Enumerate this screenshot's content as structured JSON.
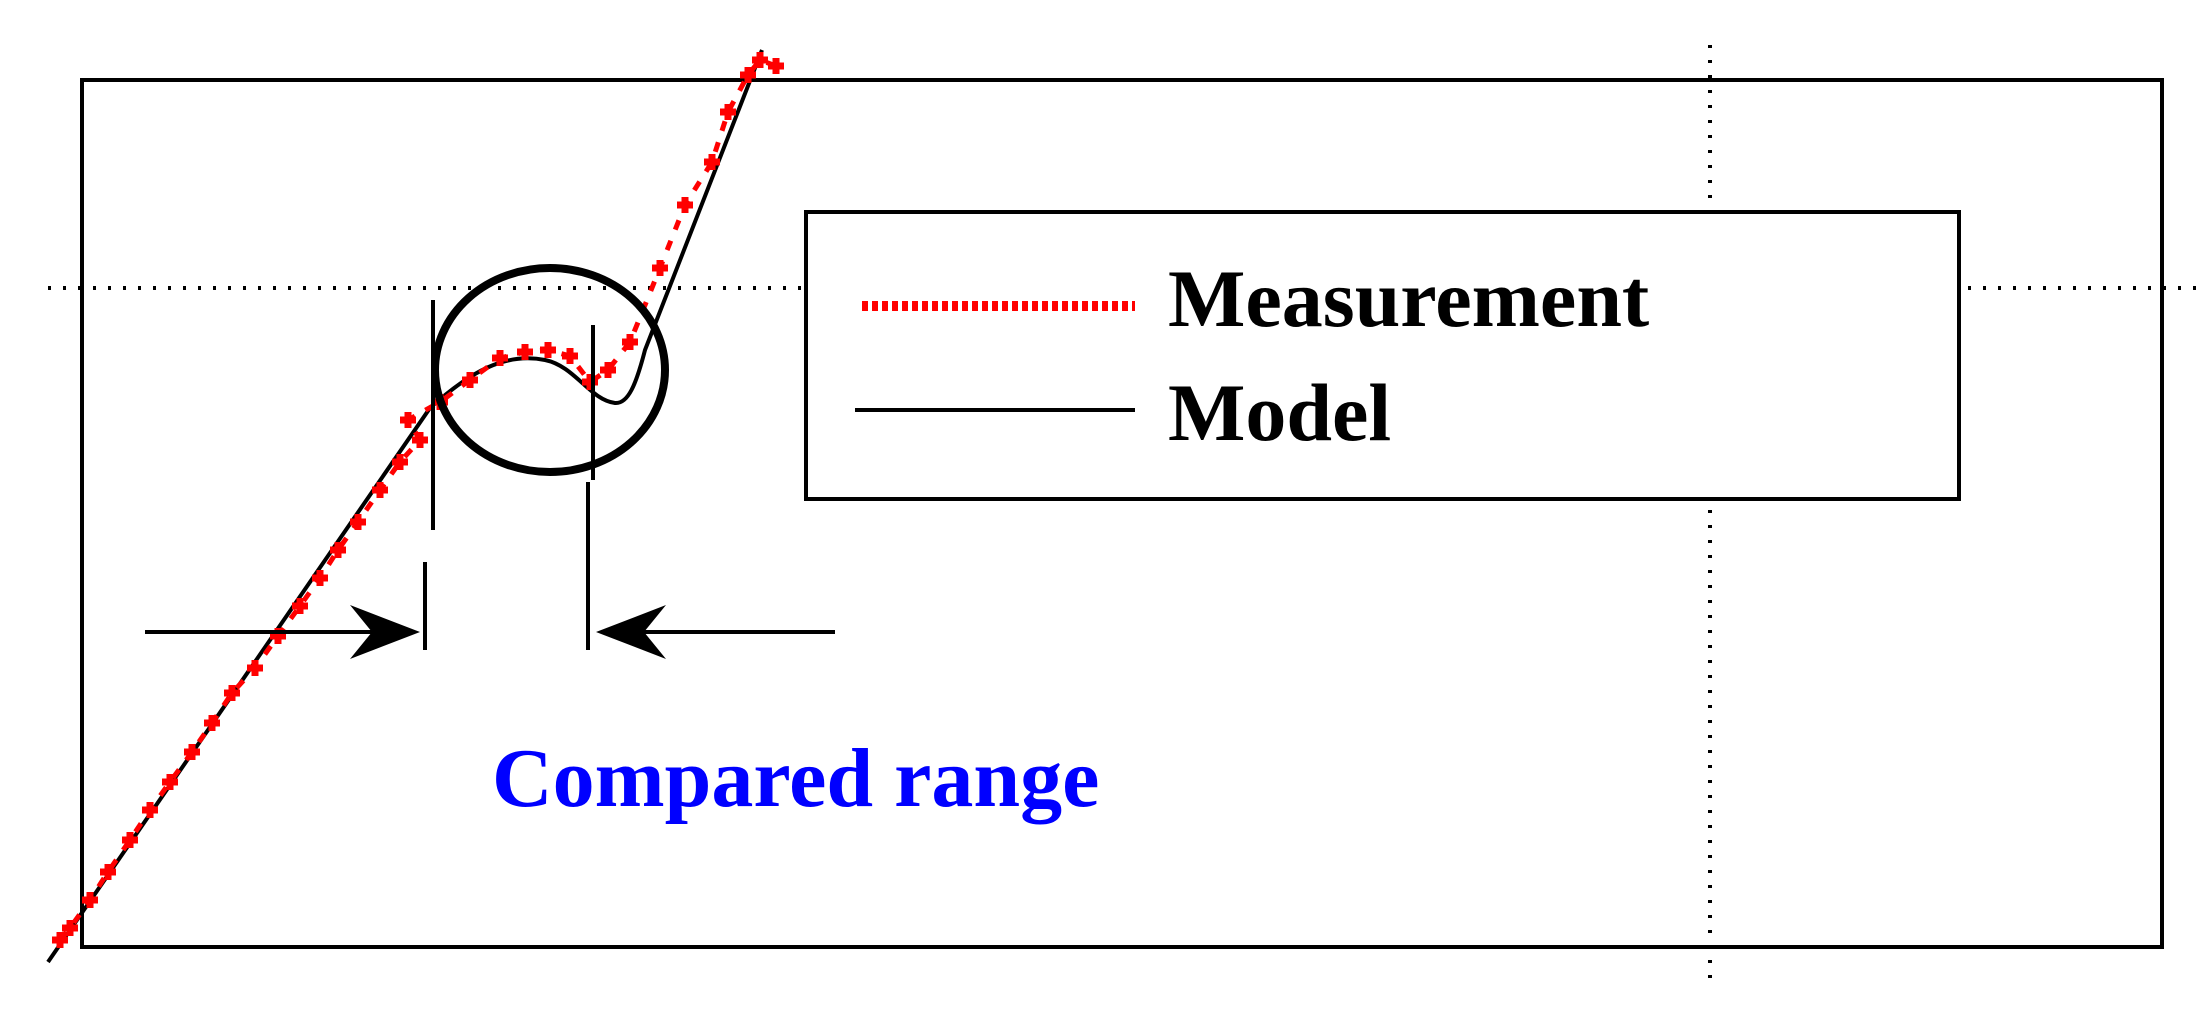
{
  "legend": {
    "measurement_label": "Measurement",
    "model_label": "Model"
  },
  "annotation": {
    "compared_range_label": "Compared range"
  },
  "colors": {
    "measurement": "#ff0000",
    "model": "#000000",
    "annotation_text": "#0000ff",
    "frame": "#000000",
    "guide": "#000000"
  }
}
